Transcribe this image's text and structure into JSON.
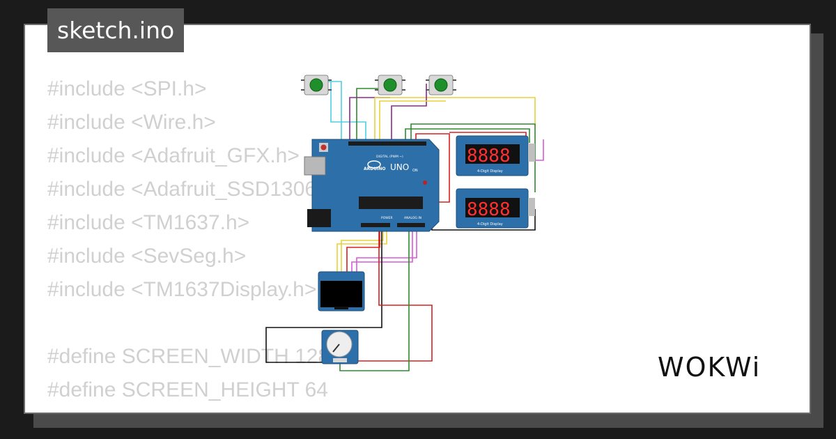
{
  "tab": {
    "title": "sketch.ino"
  },
  "code_lines": [
    "#include <SPI.h>",
    "#include <Wire.h>",
    "#include <Adafruit_GFX.h>",
    "#include <Adafruit_SSD1306.h>",
    "#include <TM1637.h>",
    "#include <SevSeg.h>",
    "#include <TM1637Display.h>",
    "",
    "#define SCREEN_WIDTH 128",
    "#define SCREEN_HEIGHT 64"
  ],
  "board": {
    "brand": "ARDUINO",
    "model": "UNO",
    "digital_label": "DIGITAL (PWM ~)",
    "power_label": "POWER",
    "analog_label": "ANALOG IN",
    "on_label": "ON"
  },
  "displays": [
    {
      "digits": "8888",
      "label": "4-Digit Display"
    },
    {
      "digits": "8888",
      "label": "4-Digit Display"
    }
  ],
  "logo": {
    "text": "WOKWi"
  },
  "colors": {
    "wire_cyan": "#4ed0e0",
    "wire_green": "#2e8b2e",
    "wire_purple": "#8a2a8a",
    "wire_yellow": "#e8d23a",
    "wire_red": "#d62020",
    "wire_black": "#111111",
    "wire_magenta": "#d85ad8",
    "board_blue": "#2d6fa8"
  }
}
